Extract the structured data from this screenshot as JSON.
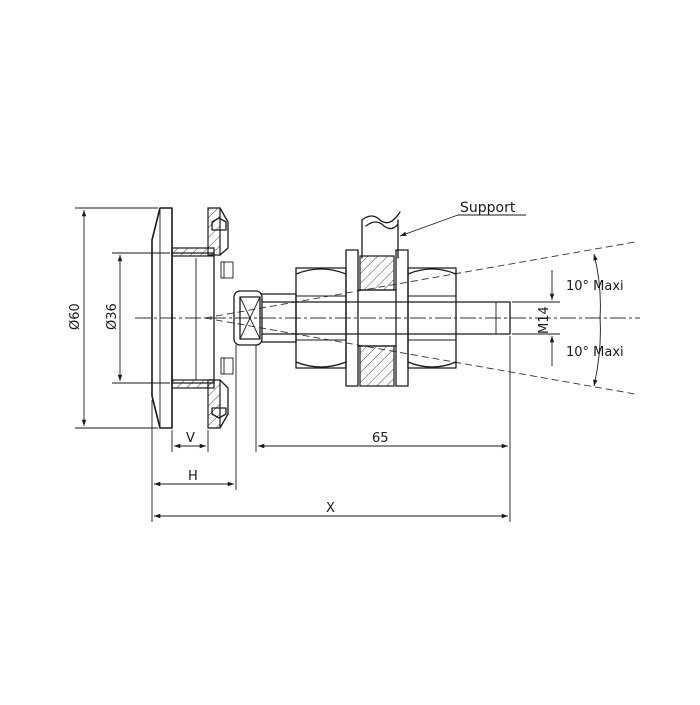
{
  "labels": {
    "support": "Support",
    "angle_upper": "10° Maxi",
    "angle_lower": "10° Maxi",
    "thread": "M14",
    "dia_outer": "Ø60",
    "dia_inner": "Ø36",
    "dim_v": "V",
    "dim_h": "H",
    "dim_length": "65",
    "dim_x": "X"
  }
}
